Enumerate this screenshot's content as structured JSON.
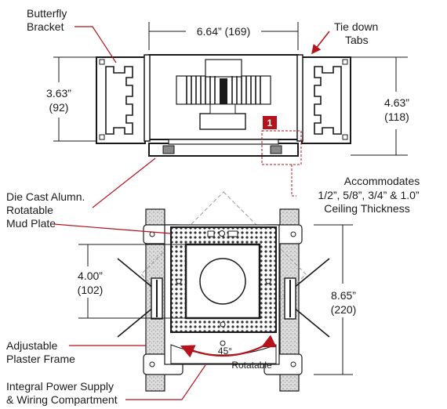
{
  "labels": {
    "butterfly_bracket": [
      "Butterfly",
      "Bracket"
    ],
    "width_dim": "6.64” (169)",
    "tie_down": [
      "Tie down",
      "Tabs"
    ],
    "left_height": [
      "3.63”",
      "(92)"
    ],
    "right_height": [
      "4.63”",
      "(118)"
    ],
    "badge": "1",
    "accommodates": [
      "Accommodates",
      "1/2”, 5/8”, 3/4” & 1.0”",
      "Ceiling Thickness"
    ],
    "mud_plate": [
      "Die Cast Alumn.",
      "Rotatable",
      "Mud Plate"
    ],
    "aperture_dim": [
      "4.00”",
      "(102)"
    ],
    "frame_dim": [
      "8.65”",
      "(220)"
    ],
    "plaster_frame": [
      "Adjustable",
      "Plaster Frame"
    ],
    "rotation": [
      "45°",
      "Rotatable"
    ],
    "power_supply": [
      "Integral Power Supply",
      "& Wiring Compartment"
    ]
  },
  "colors": {
    "accent": "#b5121b",
    "line": "#1a1a1a",
    "plaster": "#d9d9d9"
  }
}
